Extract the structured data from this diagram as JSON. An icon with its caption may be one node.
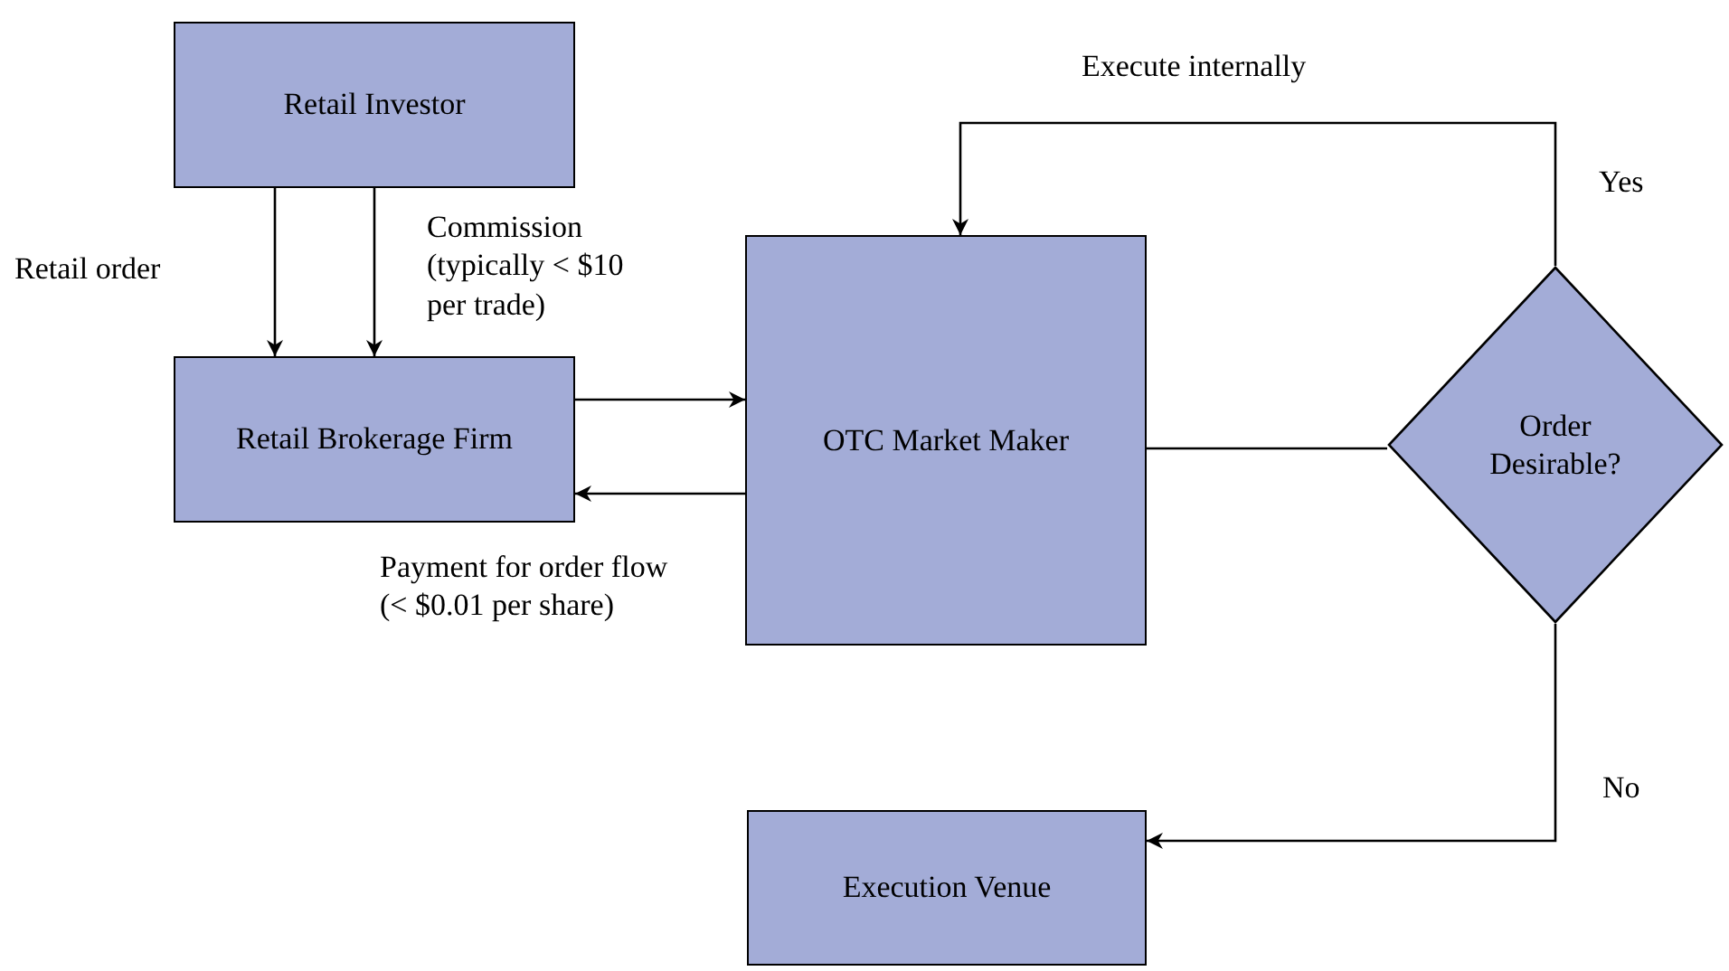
{
  "diagram": {
    "nodes": [
      {
        "text": [
          "Retail Investor"
        ]
      },
      {
        "text": [
          "Retail Brokerage Firm"
        ]
      },
      {
        "text": [
          "OTC Market Maker"
        ]
      },
      {
        "text": [
          "Order Desirable?"
        ]
      },
      {
        "text": [
          "Execution Venue"
        ]
      }
    ],
    "edges": [
      {
        "from": 0,
        "to": 1,
        "arrow": "to",
        "label": "Retail order"
      },
      {
        "from": 0,
        "to": 1,
        "arrow": "to",
        "label": "Commission (typically < $10 per trade)"
      },
      {
        "from": 1,
        "to": 2,
        "arrow": "to"
      },
      {
        "from": 2,
        "to": 1,
        "arrow": "to",
        "label": "Payment for order flow (< $0.01 per share)"
      },
      {
        "from": 2,
        "to": 3,
        "arrow": "none"
      },
      {
        "from": 3,
        "to": 2,
        "arrow": "to",
        "label": "Yes"
      },
      {
        "from": 3,
        "to": 4,
        "arrow": "to",
        "label": "No"
      }
    ],
    "labels": [
      "Execute internally"
    ]
  }
}
